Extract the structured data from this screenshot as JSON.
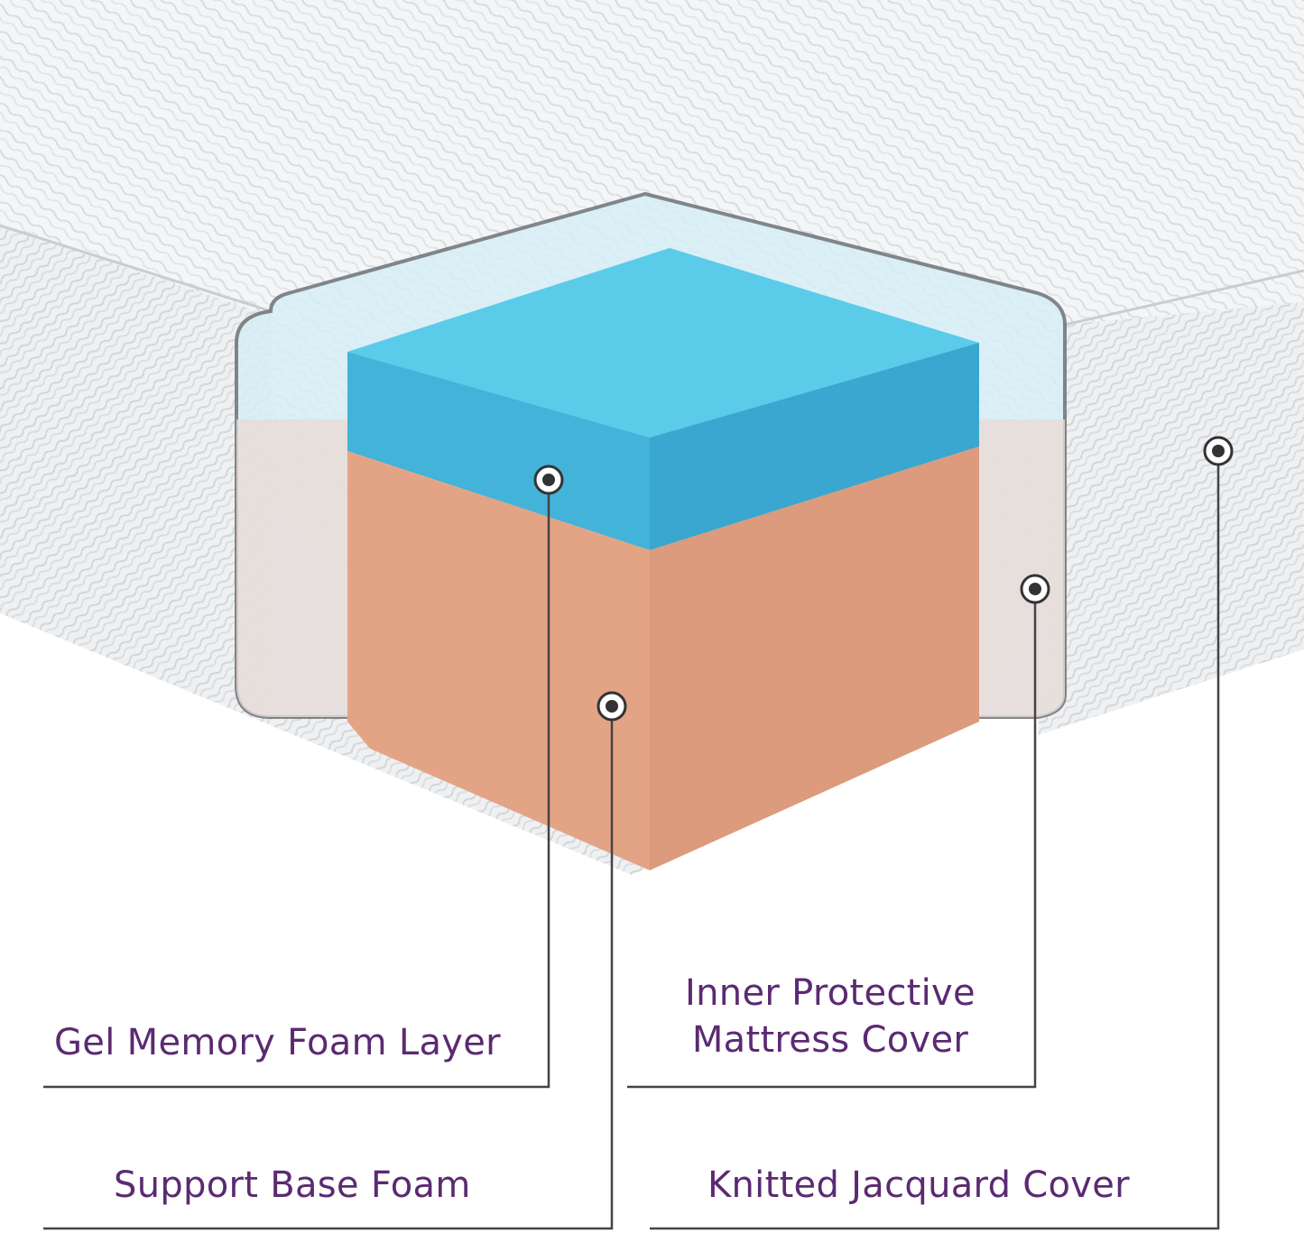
{
  "labels": {
    "gel_memory_foam": "Gel Memory Foam Layer",
    "inner_cover_line1": "Inner Protective",
    "inner_cover_line2": "Mattress Cover",
    "support_base_foam": "Support Base Foam",
    "knitted_jacquard_cover": "Knitted Jacquard Cover"
  },
  "colors": {
    "label_text": "#5b2a72",
    "gel_foam": "#4fc3e6",
    "base_foam": "#e4a98a",
    "inner_cover": "#d7eef7",
    "knit_cover": "#f3f4f5",
    "leader_line": "#444444"
  }
}
